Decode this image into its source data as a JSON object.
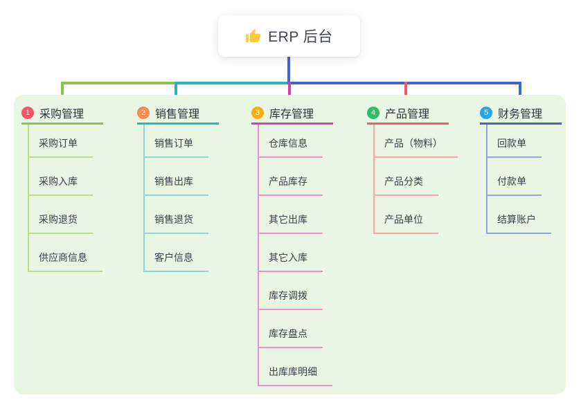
{
  "root": {
    "label": "ERP 后台",
    "icon": "thumbs-up-icon",
    "icon_color": "#FFC83D",
    "stem_color": "#4663C8",
    "text_color": "#3E4356"
  },
  "panel": {
    "background": "#E9F6E4"
  },
  "branches": [
    {
      "badge": "1",
      "badge_color": "#F1566B",
      "title": "采购管理",
      "line_color": "#8AC054",
      "soft_color": "#B8DE92",
      "children": [
        "采购订单",
        "采购入库",
        "采购退货",
        "供应商信息"
      ]
    },
    {
      "badge": "2",
      "badge_color": "#F98B4E",
      "title": "销售管理",
      "line_color": "#23B8BE",
      "soft_color": "#8AD8DA",
      "children": [
        "销售订单",
        "销售出库",
        "销售退货",
        "客户信息"
      ]
    },
    {
      "badge": "3",
      "badge_color": "#F9AE13",
      "title": "库存管理",
      "line_color": "#D83FAE",
      "soft_color": "#F18FC6",
      "children": [
        "仓库信息",
        "产品库存",
        "其它出库",
        "其它入库",
        "库存调拨",
        "库存盘点",
        "出库库明细"
      ]
    },
    {
      "badge": "4",
      "badge_color": "#2EBE68",
      "title": "产品管理",
      "line_color": "#F25866",
      "soft_color": "#F9A6A6",
      "children": [
        "产品（物料）",
        "产品分类",
        "产品单位"
      ]
    },
    {
      "badge": "5",
      "badge_color": "#2AA4E8",
      "title": "财务管理",
      "line_color": "#4663C8",
      "soft_color": "#93A5E0",
      "children": [
        "回款单",
        "付款单",
        "结算账户"
      ]
    }
  ]
}
